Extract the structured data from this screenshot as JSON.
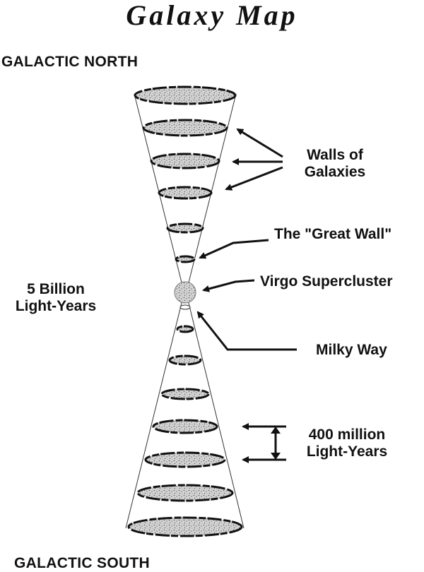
{
  "title": "Galaxy Map",
  "labels": {
    "galactic_north": "GALACTIC NORTH",
    "galactic_south": "GALACTIC SOUTH",
    "walls_line1": "Walls of",
    "walls_line2": "Galaxies",
    "great_wall": "The \"Great Wall\"",
    "virgo": "Virgo Supercluster",
    "milky_way": "Milky Way",
    "distance_line1": "5 Billion",
    "distance_line2": "Light-Years",
    "spacing_line1": "400 million",
    "spacing_line2": "Light-Years"
  }
}
